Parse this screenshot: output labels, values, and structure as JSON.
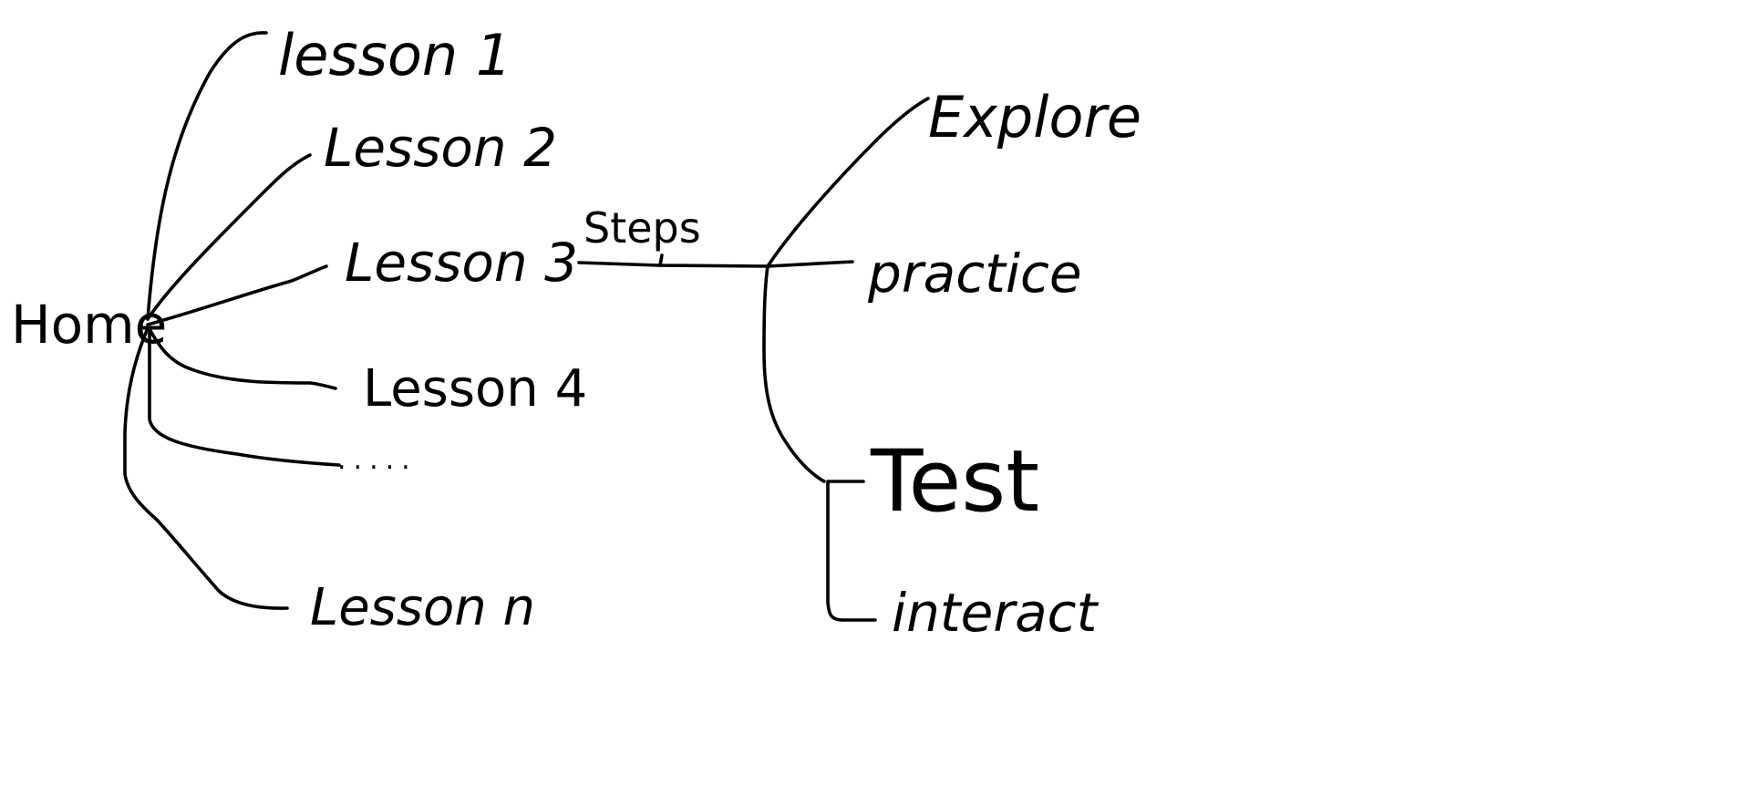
{
  "diagram": {
    "root": "Home",
    "lessons": [
      "lesson 1",
      "Lesson 2",
      "Lesson 3",
      "Lesson 4",
      ".....",
      "Lesson n"
    ],
    "edge_label": "Steps",
    "steps": [
      "Explore",
      "practice",
      "Test",
      "interact"
    ]
  },
  "colors": {
    "background": "#ffffff",
    "ink": "#000000"
  }
}
